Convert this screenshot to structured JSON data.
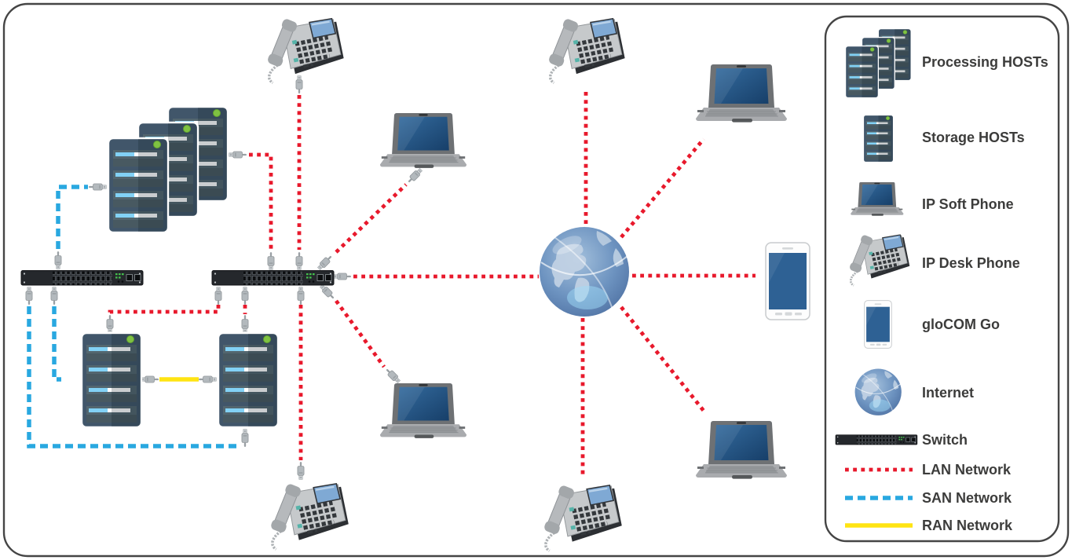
{
  "legend": {
    "items": [
      {
        "label": "Processing HOSTs",
        "icon": "processing-hosts-icon"
      },
      {
        "label": "Storage HOSTs",
        "icon": "storage-host-icon"
      },
      {
        "label": "IP Soft Phone",
        "icon": "ip-soft-phone-icon"
      },
      {
        "label": "IP Desk Phone",
        "icon": "ip-desk-phone-icon"
      },
      {
        "label": "gloCOM Go",
        "icon": "glocom-go-icon"
      },
      {
        "label": "Internet",
        "icon": "internet-globe-icon"
      },
      {
        "label": "Switch",
        "icon": "switch-icon"
      },
      {
        "label": "LAN Network",
        "icon": "lan-line-swatch"
      },
      {
        "label": "SAN Network",
        "icon": "san-line-swatch"
      },
      {
        "label": "RAN Network",
        "icon": "ran-line-swatch"
      }
    ]
  },
  "network_colors": {
    "lan": "#e8192c",
    "san": "#29a8e0",
    "ran": "#ffe412"
  },
  "nodes": [
    {
      "id": "processing-hosts",
      "type": "server-stack"
    },
    {
      "id": "storage-host-1",
      "type": "server"
    },
    {
      "id": "storage-host-2",
      "type": "server"
    },
    {
      "id": "switch-1",
      "type": "switch"
    },
    {
      "id": "switch-2",
      "type": "switch"
    },
    {
      "id": "ip-desk-phone-1",
      "type": "desk-phone"
    },
    {
      "id": "ip-desk-phone-2",
      "type": "desk-phone"
    },
    {
      "id": "ip-desk-phone-3",
      "type": "desk-phone"
    },
    {
      "id": "ip-desk-phone-4",
      "type": "desk-phone"
    },
    {
      "id": "ip-soft-phone-1",
      "type": "laptop"
    },
    {
      "id": "ip-soft-phone-2",
      "type": "laptop"
    },
    {
      "id": "ip-soft-phone-3",
      "type": "laptop"
    },
    {
      "id": "ip-soft-phone-4",
      "type": "laptop"
    },
    {
      "id": "glocom-go-phone",
      "type": "smartphone"
    },
    {
      "id": "internet",
      "type": "globe"
    }
  ],
  "links": [
    {
      "from": "processing-hosts",
      "to": "switch-2",
      "network": "LAN"
    },
    {
      "from": "ip-desk-phone-1",
      "to": "switch-2",
      "network": "LAN"
    },
    {
      "from": "switch-2",
      "to": "storage-host-1",
      "network": "LAN"
    },
    {
      "from": "switch-2",
      "to": "storage-host-2",
      "network": "LAN"
    },
    {
      "from": "switch-2",
      "to": "ip-desk-phone-3",
      "network": "LAN"
    },
    {
      "from": "switch-2",
      "to": "ip-soft-phone-1",
      "network": "LAN"
    },
    {
      "from": "switch-2",
      "to": "ip-soft-phone-2",
      "network": "LAN"
    },
    {
      "from": "switch-2",
      "to": "internet",
      "network": "LAN"
    },
    {
      "from": "internet",
      "to": "ip-desk-phone-2",
      "network": "LAN"
    },
    {
      "from": "internet",
      "to": "ip-desk-phone-4",
      "network": "LAN"
    },
    {
      "from": "internet",
      "to": "ip-soft-phone-3",
      "network": "LAN"
    },
    {
      "from": "internet",
      "to": "ip-soft-phone-4",
      "network": "LAN"
    },
    {
      "from": "internet",
      "to": "glocom-go-phone",
      "network": "LAN"
    },
    {
      "from": "switch-1",
      "to": "processing-hosts",
      "network": "SAN"
    },
    {
      "from": "switch-1",
      "to": "storage-host-1",
      "network": "SAN"
    },
    {
      "from": "switch-1",
      "to": "storage-host-2",
      "network": "SAN"
    },
    {
      "from": "storage-host-1",
      "to": "storage-host-2",
      "network": "RAN"
    }
  ]
}
